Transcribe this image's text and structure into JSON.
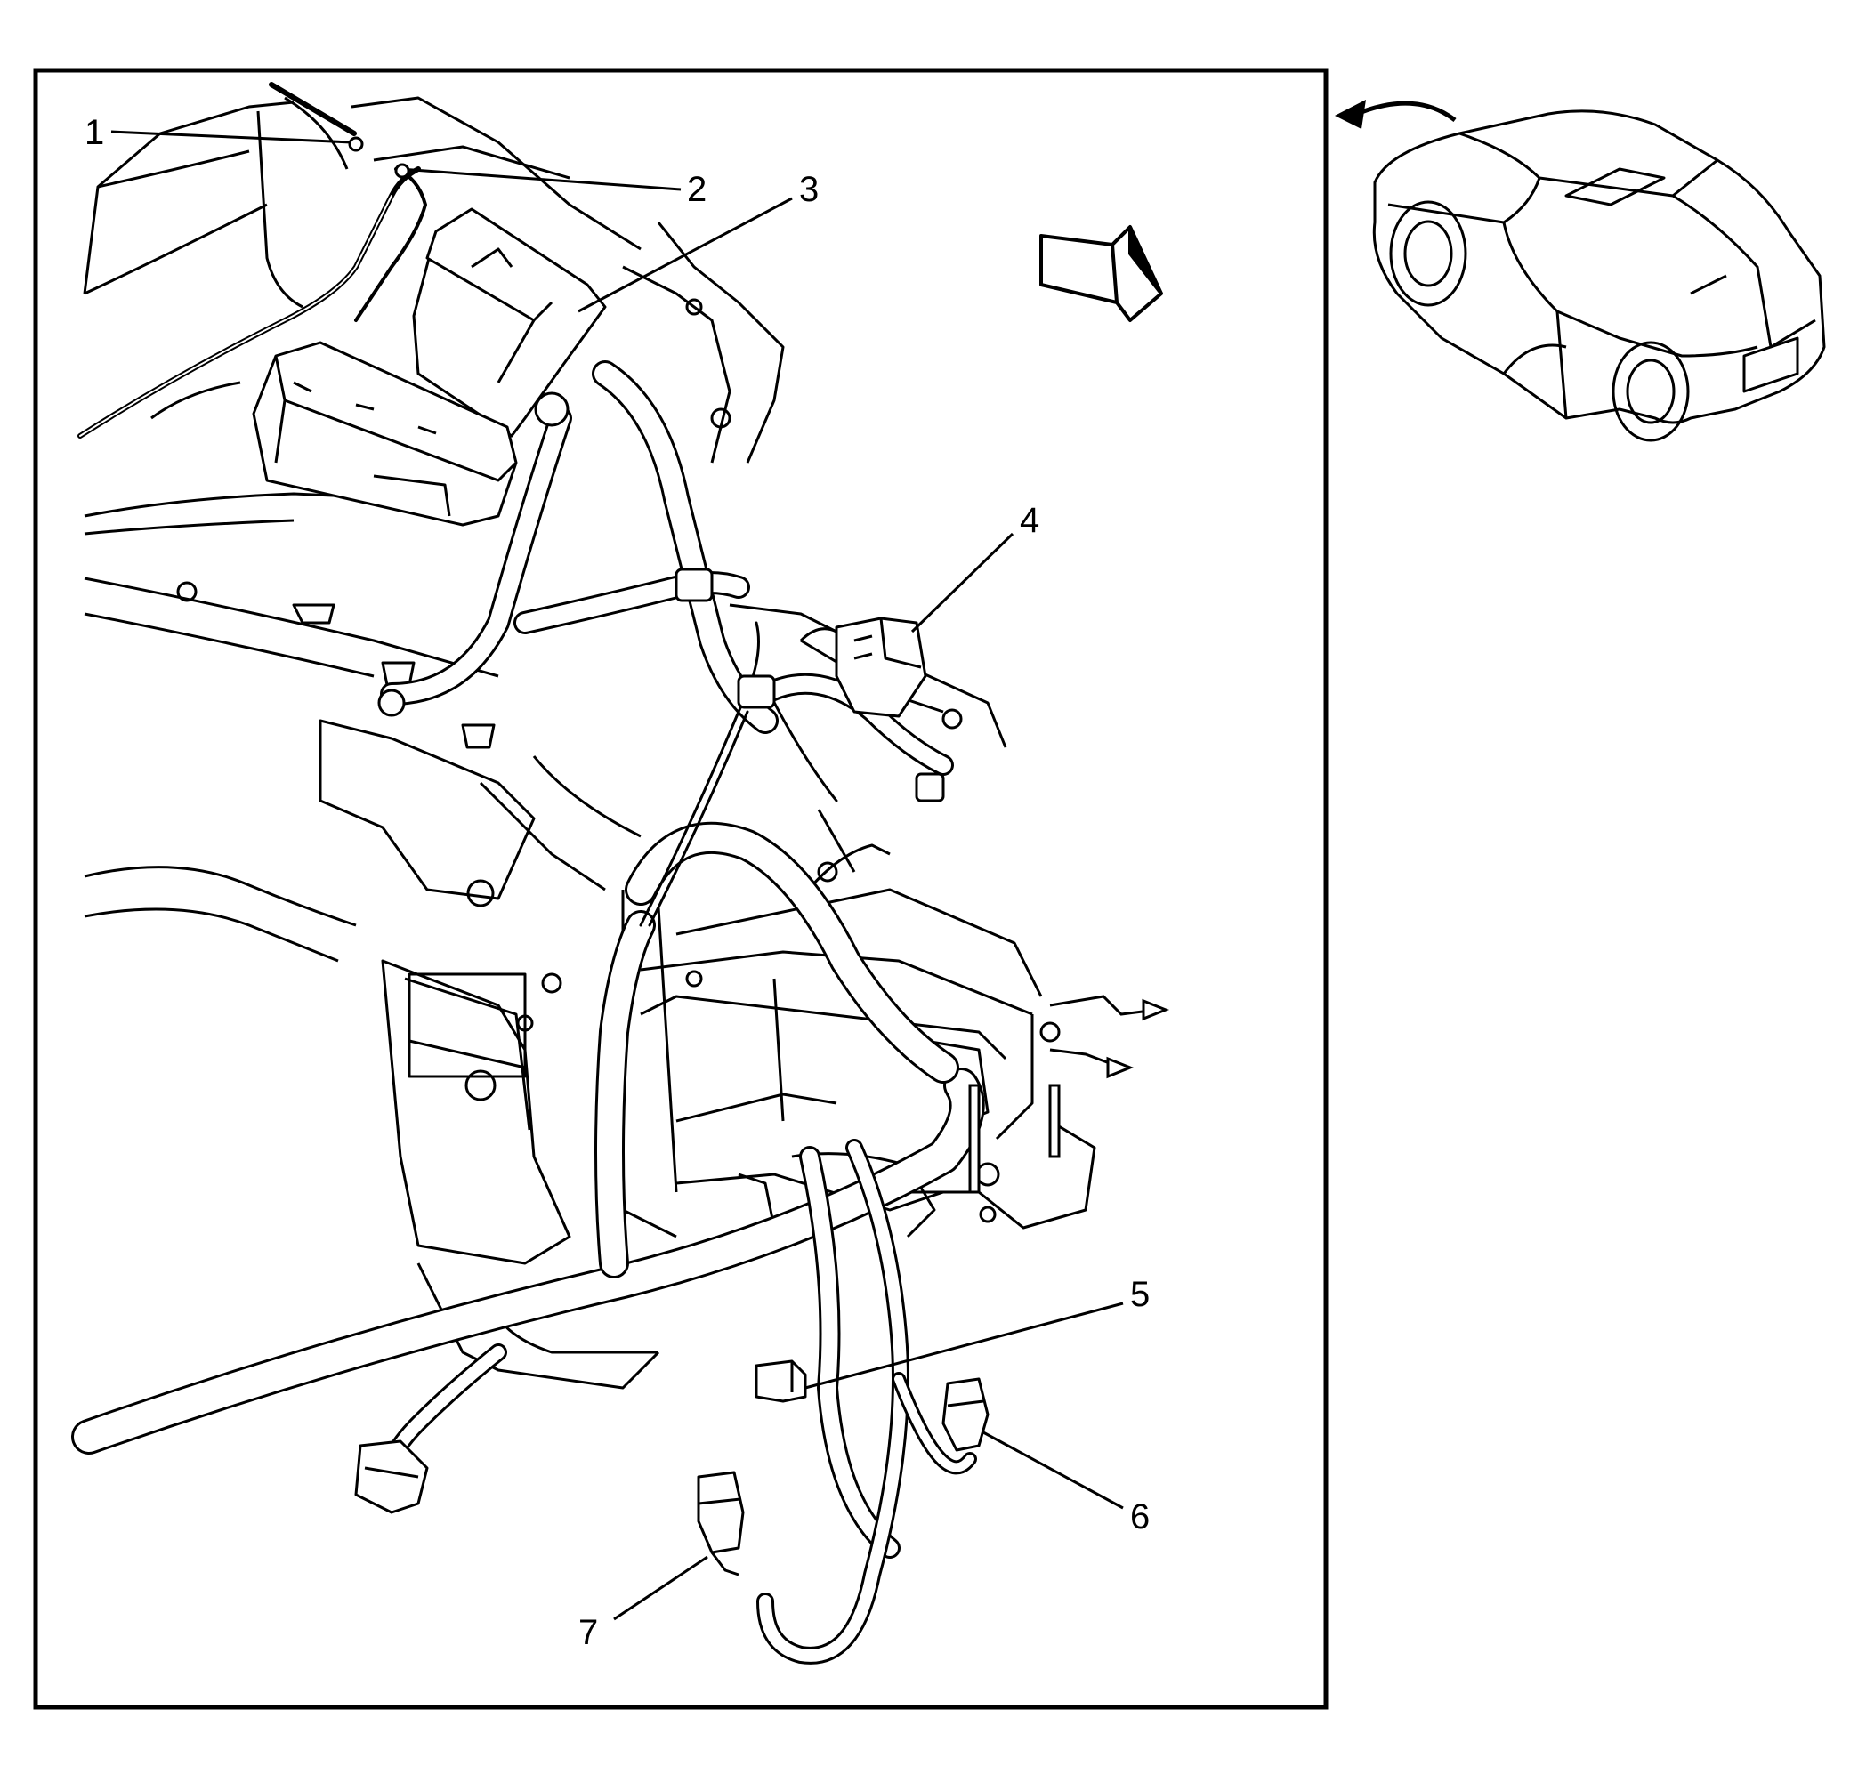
{
  "callouts": [
    {
      "id": "1",
      "text": "1"
    },
    {
      "id": "2",
      "text": "2"
    },
    {
      "id": "3",
      "text": "3"
    },
    {
      "id": "4",
      "text": "4"
    },
    {
      "id": "5",
      "text": "5"
    },
    {
      "id": "6",
      "text": "6"
    },
    {
      "id": "7",
      "text": "7"
    }
  ],
  "colors": {
    "line": "#000000",
    "background": "#ffffff"
  },
  "icons": {
    "direction": "direction-arrow-icon",
    "view_indicator": "curved-view-arrow-icon",
    "vehicle": "vehicle-hatchback-icon"
  }
}
